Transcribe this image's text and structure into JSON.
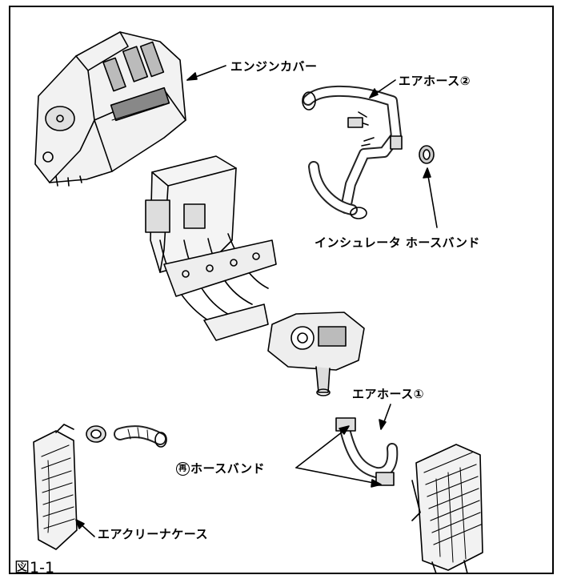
{
  "figure": {
    "caption": "図1-1",
    "labels": {
      "engine_cover": "エンジンカバー",
      "air_hose_2": "エアホース②",
      "insulator_hose_band": "インシュレータ ホースバンド",
      "air_hose_1": "エアホース①",
      "reuse_mark": "再",
      "hose_band": "ホースバンド",
      "air_cleaner_case": "エアクリーナケース"
    }
  }
}
